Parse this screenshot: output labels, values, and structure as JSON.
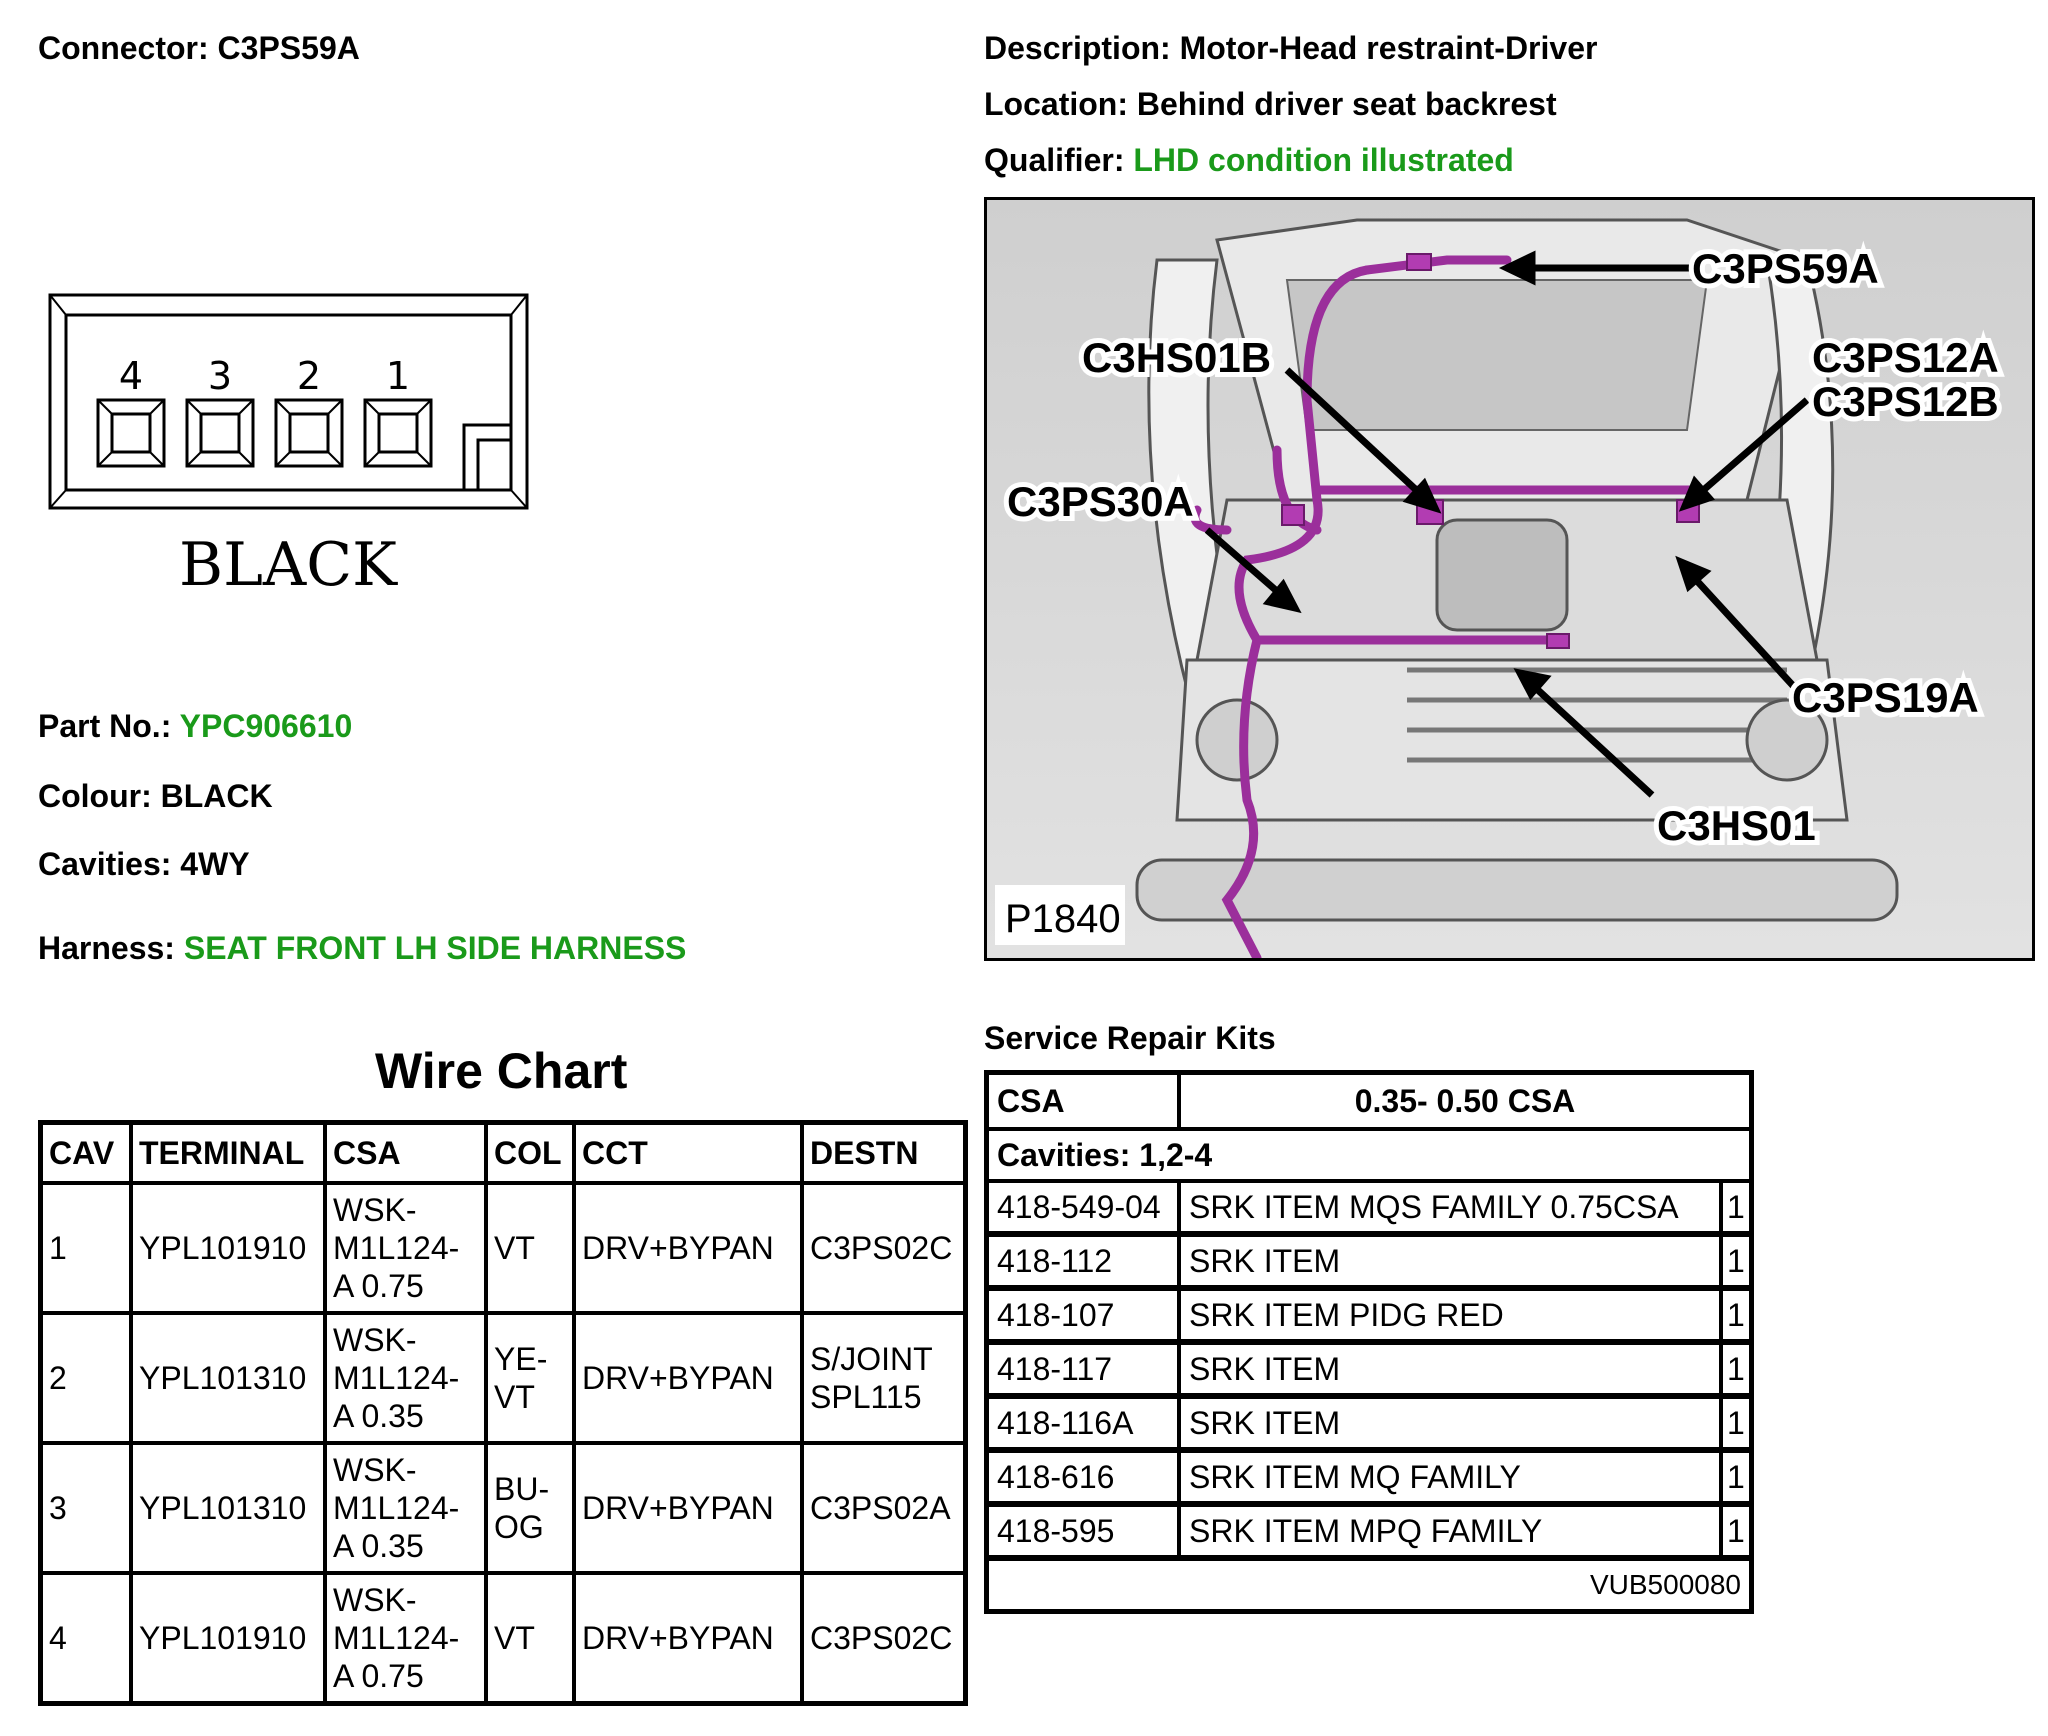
{
  "connector": {
    "label": "Connector:",
    "value": "C3PS59A"
  },
  "description": {
    "label": "Description:",
    "value": "Motor-Head restraint-Driver"
  },
  "location": {
    "label": "Location:",
    "value": "Behind driver seat backrest"
  },
  "qualifier": {
    "label": "Qualifier:",
    "value": "LHD condition illustrated"
  },
  "drawing": {
    "pins": [
      "4",
      "3",
      "2",
      "1"
    ],
    "colour_label": "BLACK"
  },
  "part_no": {
    "label": "Part No.:",
    "value": "YPC906610"
  },
  "colour": {
    "label": "Colour:",
    "value": "BLACK"
  },
  "cavities": {
    "label": "Cavities:",
    "value": "4WY"
  },
  "harness": {
    "label": "Harness:",
    "value": "SEAT FRONT LH SIDE HARNESS"
  },
  "photo": {
    "ref": "P1840",
    "callouts": [
      "C3PS59A",
      "C3HS01B",
      "C3PS12A",
      "C3PS12B",
      "C3PS30A",
      "C3PS19A",
      "C3HS01"
    ]
  },
  "wire_chart": {
    "title": "Wire Chart",
    "headers": [
      "CAV",
      "TERMINAL",
      "CSA",
      "COL",
      "CCT",
      "DESTN"
    ],
    "rows": [
      {
        "cav": "1",
        "terminal": "YPL101910",
        "csa": [
          "WSK-",
          "M1L124-",
          "A 0.75"
        ],
        "col": [
          "VT"
        ],
        "cct": "DRV+BYPAN",
        "destn": [
          "C3PS02C"
        ]
      },
      {
        "cav": "2",
        "terminal": "YPL101310",
        "csa": [
          "WSK-",
          "M1L124-",
          "A 0.35"
        ],
        "col": [
          "YE-",
          "VT"
        ],
        "cct": "DRV+BYPAN",
        "destn": [
          "S/JOINT",
          "SPL115"
        ]
      },
      {
        "cav": "3",
        "terminal": "YPL101310",
        "csa": [
          "WSK-",
          "M1L124-",
          "A 0.35"
        ],
        "col": [
          "BU-",
          "OG"
        ],
        "cct": "DRV+BYPAN",
        "destn": [
          "C3PS02A"
        ]
      },
      {
        "cav": "4",
        "terminal": "YPL101910",
        "csa": [
          "WSK-",
          "M1L124-",
          "A 0.75"
        ],
        "col": [
          "VT"
        ],
        "cct": "DRV+BYPAN",
        "destn": [
          "C3PS02C"
        ]
      }
    ]
  },
  "service_kits": {
    "title": "Service Repair Kits",
    "csa_label": "CSA",
    "csa_value": "0.35- 0.50 CSA",
    "cavities": "Cavities: 1,2-4",
    "kits": [
      {
        "part": "418-549-04",
        "desc": "SRK ITEM MQS FAMILY 0.75CSA",
        "qty": "1"
      },
      {
        "part": "418-112",
        "desc": "SRK ITEM",
        "qty": "1"
      },
      {
        "part": "418-107",
        "desc": "SRK ITEM PIDG RED",
        "qty": "1"
      },
      {
        "part": "418-117",
        "desc": "SRK ITEM",
        "qty": "1"
      },
      {
        "part": "418-116A",
        "desc": "SRK ITEM",
        "qty": "1"
      },
      {
        "part": "418-616",
        "desc": "SRK ITEM MQ FAMILY",
        "qty": "1"
      },
      {
        "part": "418-595",
        "desc": "SRK ITEM MPQ FAMILY",
        "qty": "1"
      }
    ],
    "footer": "VUB500080"
  },
  "colors": {
    "accent_green": "#1a9a1a",
    "harness_purple": "#9b2f9b"
  }
}
